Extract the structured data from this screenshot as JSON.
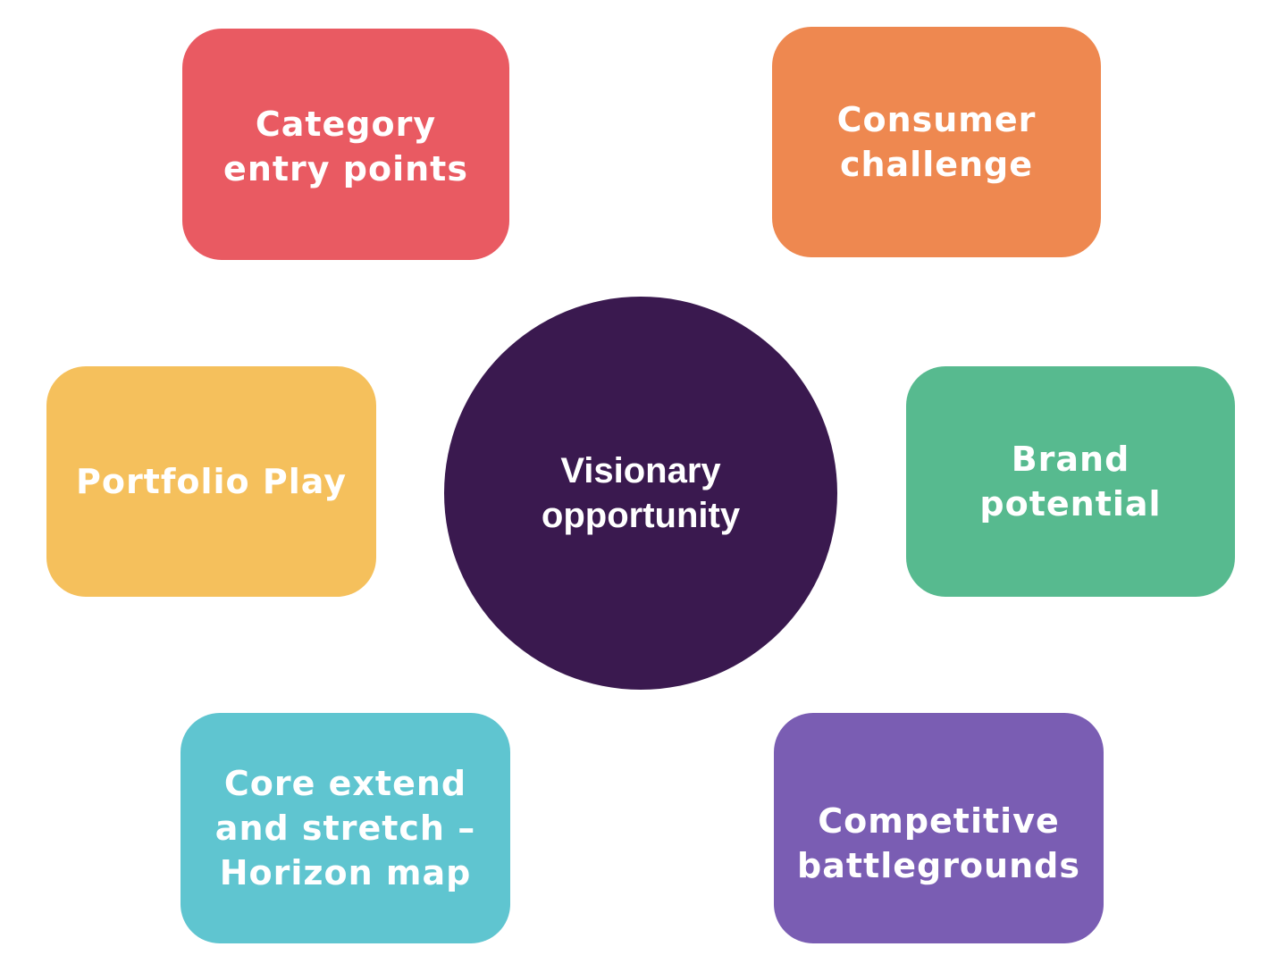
{
  "diagram": {
    "center": {
      "label": "Visionary\nopportunity",
      "color": "#3a194f"
    },
    "nodes": [
      {
        "id": "category",
        "label": "Category\nentry points",
        "color": "#e95a62"
      },
      {
        "id": "consumer",
        "label": "Consumer\nchallenge",
        "color": "#ee8850"
      },
      {
        "id": "portfolio",
        "label": "Portfolio Play",
        "color": "#f5c05c"
      },
      {
        "id": "brand",
        "label": "Brand\npotential",
        "color": "#57ba8f"
      },
      {
        "id": "core",
        "label": "Core extend\nand stretch –\nHorizon map",
        "color": "#5fc5d0"
      },
      {
        "id": "competitive",
        "label": "Competitive\nbattlegrounds",
        "color": "#7a5db3"
      }
    ]
  }
}
